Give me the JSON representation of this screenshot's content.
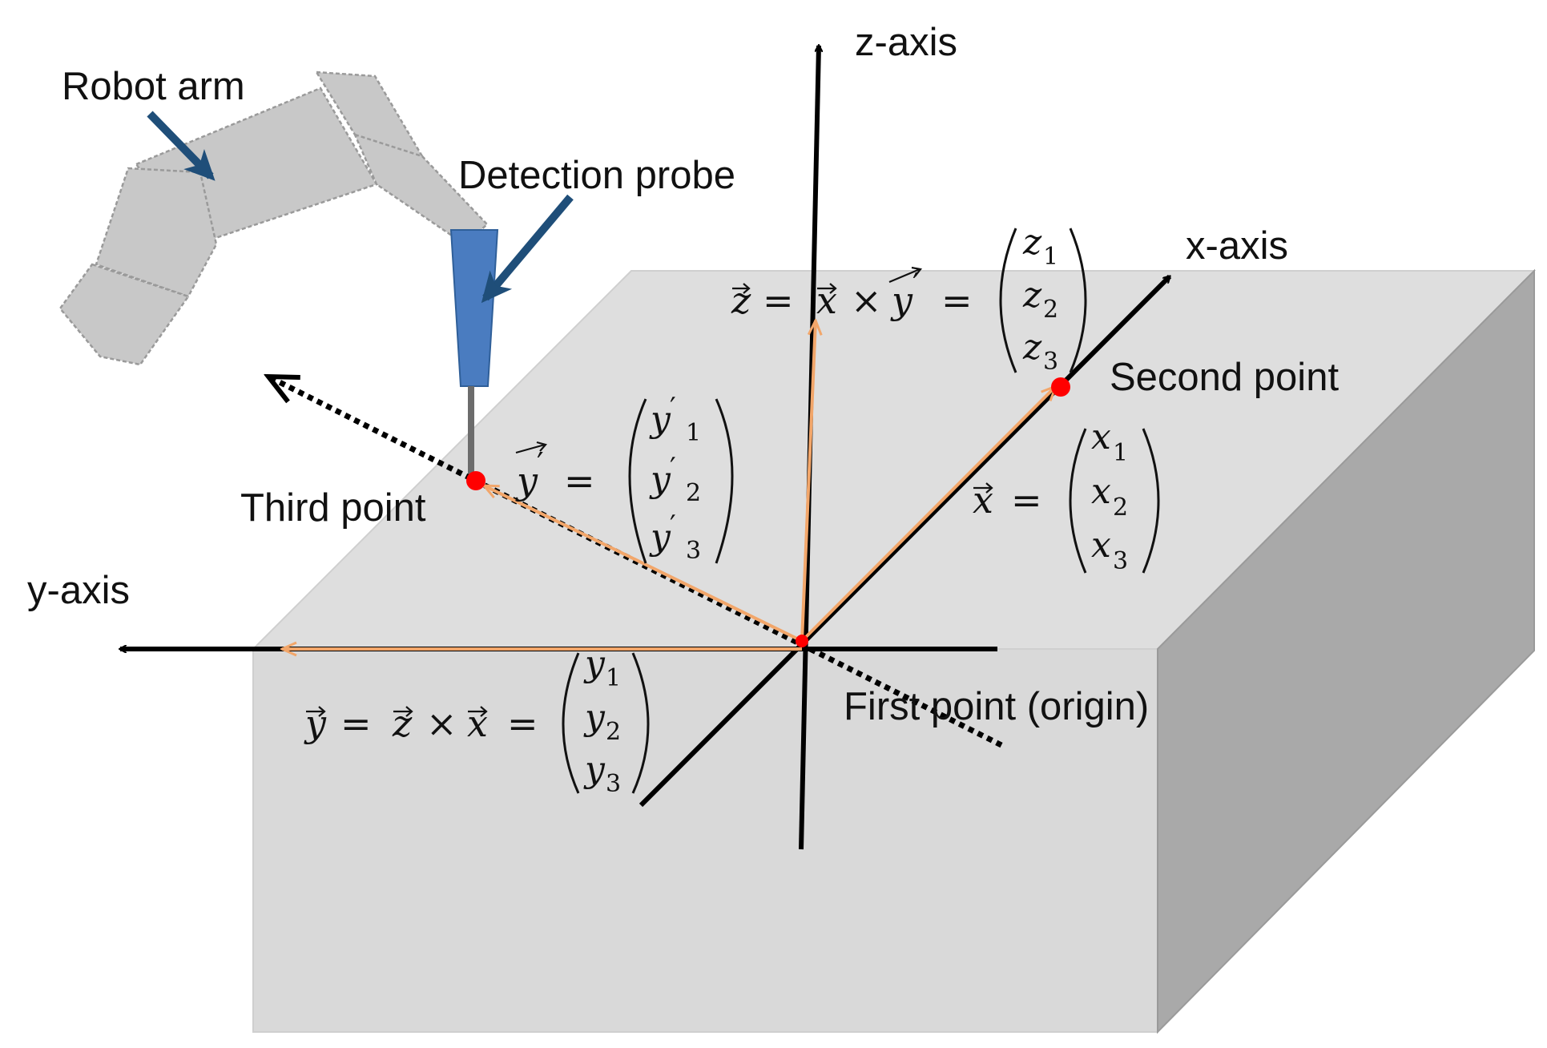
{
  "labels": {
    "z_axis": "z-axis",
    "x_axis": "x-axis",
    "y_axis": "y-axis",
    "robot_arm": "Robot arm",
    "detection_probe": "Detection probe",
    "second_point": "Second point",
    "third_point": "Third point",
    "first_point": "First point (origin)"
  },
  "equations": {
    "z_vec": {
      "sym": "z",
      "eq1": "=",
      "a": "x",
      "times": "×",
      "b": "y",
      "prime": "′",
      "eq2": "=",
      "entries": [
        {
          "var": "z",
          "sub": "1"
        },
        {
          "var": "z",
          "sub": "2"
        },
        {
          "var": "z",
          "sub": "3"
        }
      ]
    },
    "y_prime_vec": {
      "sym": "y",
      "prime": "′",
      "eq": "=",
      "entries": [
        {
          "var": "y",
          "prime": "′",
          "sub": "1"
        },
        {
          "var": "y",
          "prime": "′",
          "sub": "2"
        },
        {
          "var": "y",
          "prime": "′",
          "sub": "3"
        }
      ]
    },
    "x_vec": {
      "sym": "x",
      "eq": "=",
      "entries": [
        {
          "var": "x",
          "sub": "1"
        },
        {
          "var": "x",
          "sub": "2"
        },
        {
          "var": "x",
          "sub": "3"
        }
      ]
    },
    "y_vec": {
      "sym": "y",
      "eq1": "=",
      "a": "z",
      "times": "×",
      "b": "x",
      "eq2": "=",
      "entries": [
        {
          "var": "y",
          "sub": "1"
        },
        {
          "var": "y",
          "sub": "2"
        },
        {
          "var": "y",
          "sub": "3"
        }
      ]
    }
  },
  "colors": {
    "block_top": "#dedede",
    "block_front": "#d9d9d9",
    "block_side": "#a9a9a9",
    "axis": "#000000",
    "vector": "#f2a66a",
    "point": "#ff0000",
    "callout_arrow": "#1f4e79",
    "probe": "#4a7cc0",
    "robot_arm": "#c8c8c8"
  }
}
